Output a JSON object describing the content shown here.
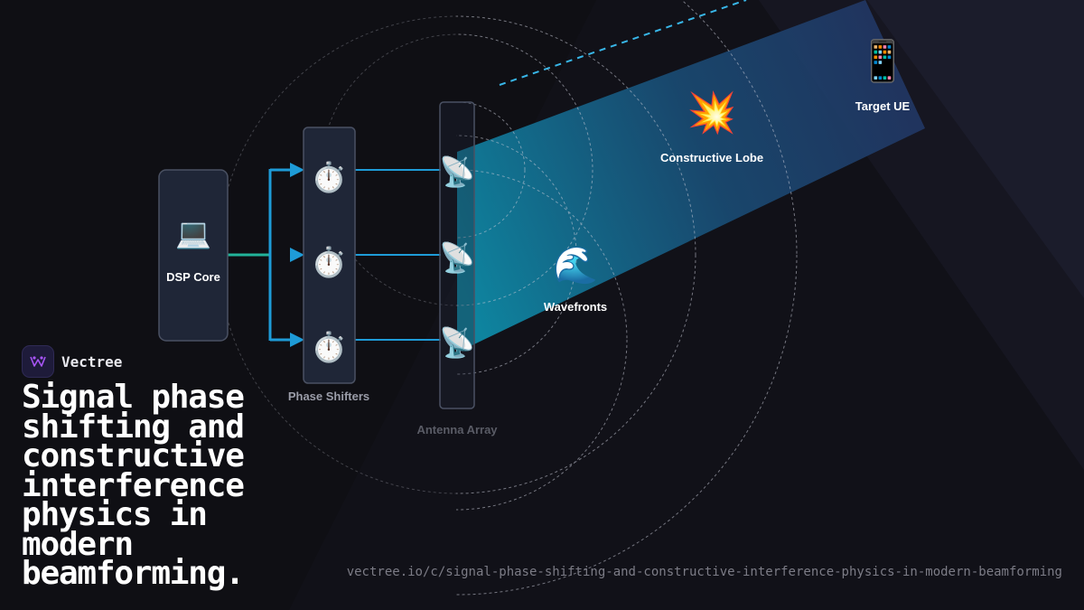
{
  "brand": {
    "name": "Vectree",
    "logo_icon": "vectree-logo-icon"
  },
  "headline": "Signal phase shifting and constructive interference physics in modern beamforming.",
  "url": "vectree.io/c/signal-phase-shifting-and-constructive-interference-physics-in-modern-beamforming",
  "diagram": {
    "dsp": {
      "label": "DSP Core",
      "icon": "laptop-icon",
      "emoji": "💻"
    },
    "phase_shifters": {
      "label": "Phase Shifters",
      "icon": "stopwatch-icon",
      "emoji": "⏱️"
    },
    "antenna_array": {
      "label": "Antenna Array",
      "icon": "satellite-antenna-icon",
      "emoji": "📡"
    },
    "wavefronts": {
      "label": "Wavefronts",
      "icon": "wave-icon",
      "emoji": "🌊"
    },
    "lobe": {
      "label": "Constructive Lobe",
      "icon": "collision-icon",
      "emoji": "💥"
    },
    "target": {
      "label": "Target UE",
      "icon": "mobile-phone-icon",
      "emoji": "📱"
    }
  },
  "colors": {
    "background": "#0f0f14",
    "beam": "#1aa9c9",
    "arrow": "#1e9bd7",
    "connector": "#22b39a",
    "dashed_line": "#38b6e8",
    "brand_accent": "#a855f7"
  }
}
